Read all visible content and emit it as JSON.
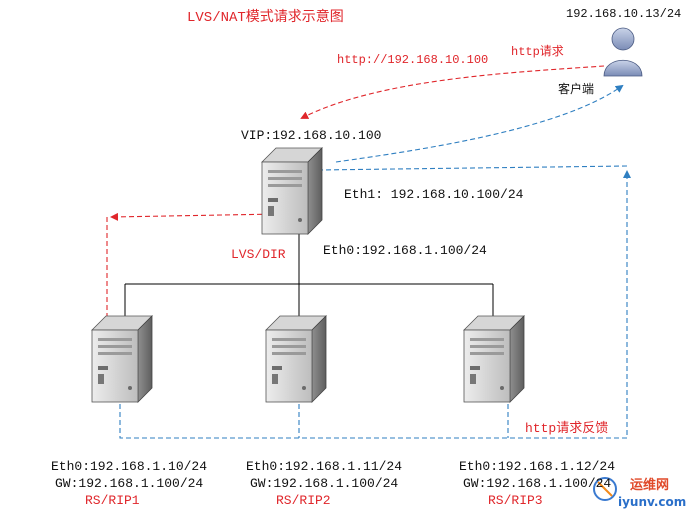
{
  "title": "LVS/NAT模式请求示意图",
  "client": {
    "ip": "192.168.10.13/24",
    "label": "客户端",
    "request_label": "http请求",
    "request_url": "http://192.168.10.100"
  },
  "director": {
    "vip": "VIP:192.168.10.100",
    "eth1": "Eth1: 192.168.10.100/24",
    "eth0": "Eth0:192.168.1.100/24",
    "label": "LVS/DIR"
  },
  "response_label": "http请求反馈",
  "real_servers": [
    {
      "eth0": "Eth0:192.168.1.10/24",
      "gw": "GW:192.168.1.100/24",
      "name": "RS/RIP1"
    },
    {
      "eth0": "Eth0:192.168.1.11/24",
      "gw": "GW:192.168.1.100/24",
      "name": "RS/RIP2"
    },
    {
      "eth0": "Eth0:192.168.1.12/24",
      "gw": "GW:192.168.1.100/24",
      "name": "RS/RIP3"
    }
  ],
  "watermark": "iyunv.com 运维网",
  "colors": {
    "request": "#e0262b",
    "response": "#2f7fc1",
    "wire": "#000000"
  }
}
